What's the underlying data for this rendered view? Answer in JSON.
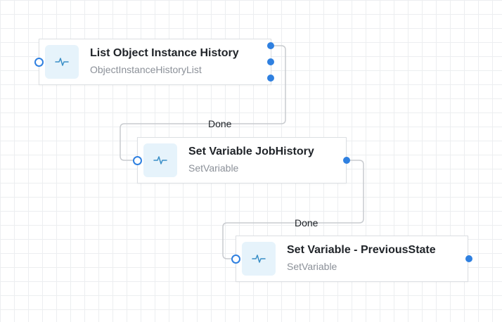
{
  "nodes": [
    {
      "title": "List Object Instance History",
      "type": "ObjectInstanceHistoryList",
      "icon": "activity-pulse-icon"
    },
    {
      "title": "Set Variable JobHistory",
      "type": "SetVariable",
      "icon": "activity-pulse-icon"
    },
    {
      "title": "Set Variable - PreviousState",
      "type": "SetVariable",
      "icon": "activity-pulse-icon"
    }
  ],
  "edges": [
    {
      "label": "Done"
    },
    {
      "label": "Done"
    }
  ],
  "colors": {
    "port": "#2f80e0",
    "icon_tile": "#e6f3fb",
    "icon_stroke": "#3a8fc7",
    "connector": "#c8cbcf"
  }
}
